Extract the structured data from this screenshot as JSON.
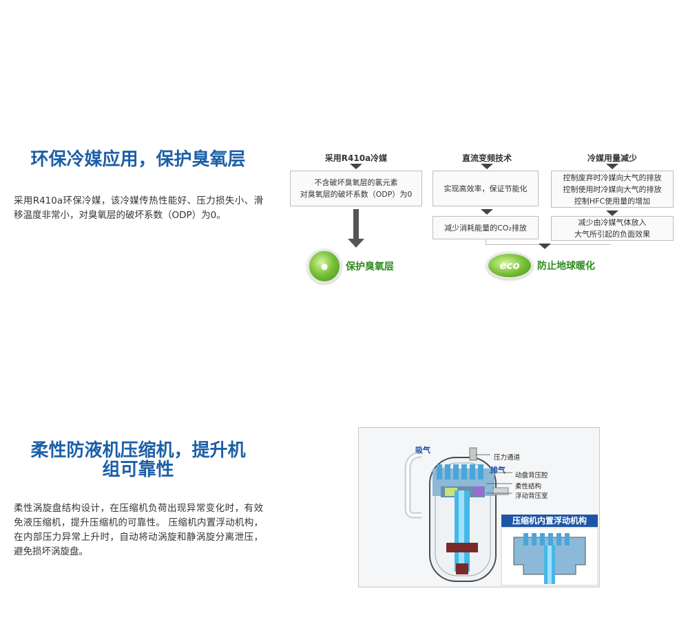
{
  "section1": {
    "title": "环保冷媒应用，保护臭氧层",
    "body": "采用R410a环保冷媒，该冷媒传热性能好、压力损失小、滑移温度非常小，对臭氧层的破坏系数（ODP）为0。"
  },
  "diagram1": {
    "heads": [
      "采用R410a冷媒",
      "直流变频技术",
      "冷媒用量减少"
    ],
    "box1_lines": [
      "不含破坏臭氧层的氯元素",
      "对臭氧层的破坏系数（ODP）为0"
    ],
    "box2_line": "实现高效率，保证节能化",
    "box3_lines": [
      "控制废弃时冷媒向大气的排放",
      "控制使用时冷媒向大气的排放",
      "控制HFC使用量的增加"
    ],
    "box4_line": "减少消耗能量的CO₂排放",
    "box5_lines": [
      "减少由冷媒气体放入",
      "大气所引起的负面效果"
    ],
    "badge1_label": "保护臭氧层",
    "badge2_icon_text": "eco",
    "badge2_label": "防止地球暖化"
  },
  "section2": {
    "title_line1": "柔性防液机压缩机，提升机",
    "title_line2": "组可靠性",
    "body": "柔性涡旋盘结构设计，在压缩机负荷出现异常变化时，有效免液压缩机，提升压缩机的可靠性。 压缩机内置浮动机构，在内部压力异常上升时，自动将动涡旋和静涡旋分离泄压，避免损坏涡旋盘。"
  },
  "diagram2": {
    "label_suction": "吸气",
    "label_pressure_channel": "压力通道",
    "label_exhaust": "排气",
    "label_moving_back_chamber": "动盘背压腔",
    "label_flexible": "柔性结构",
    "label_floating_back_chamber": "浮动背压室",
    "banner": "压缩机内置浮动机构"
  },
  "colors": {
    "title_blue": "#1c5fa8",
    "eco_green": "#2e8b1e",
    "banner_blue": "#1d56a5"
  }
}
